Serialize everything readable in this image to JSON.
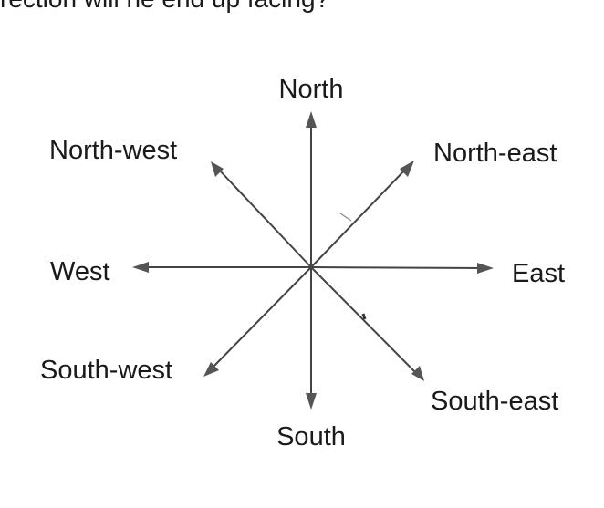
{
  "question_fragment": "rection will he end up facing?",
  "compass": {
    "labels": {
      "north": "North",
      "north_east": "North-east",
      "east": "East",
      "south_east": "South-east",
      "south": "South",
      "south_west": "South-west",
      "west": "West",
      "north_west": "North-west"
    }
  }
}
